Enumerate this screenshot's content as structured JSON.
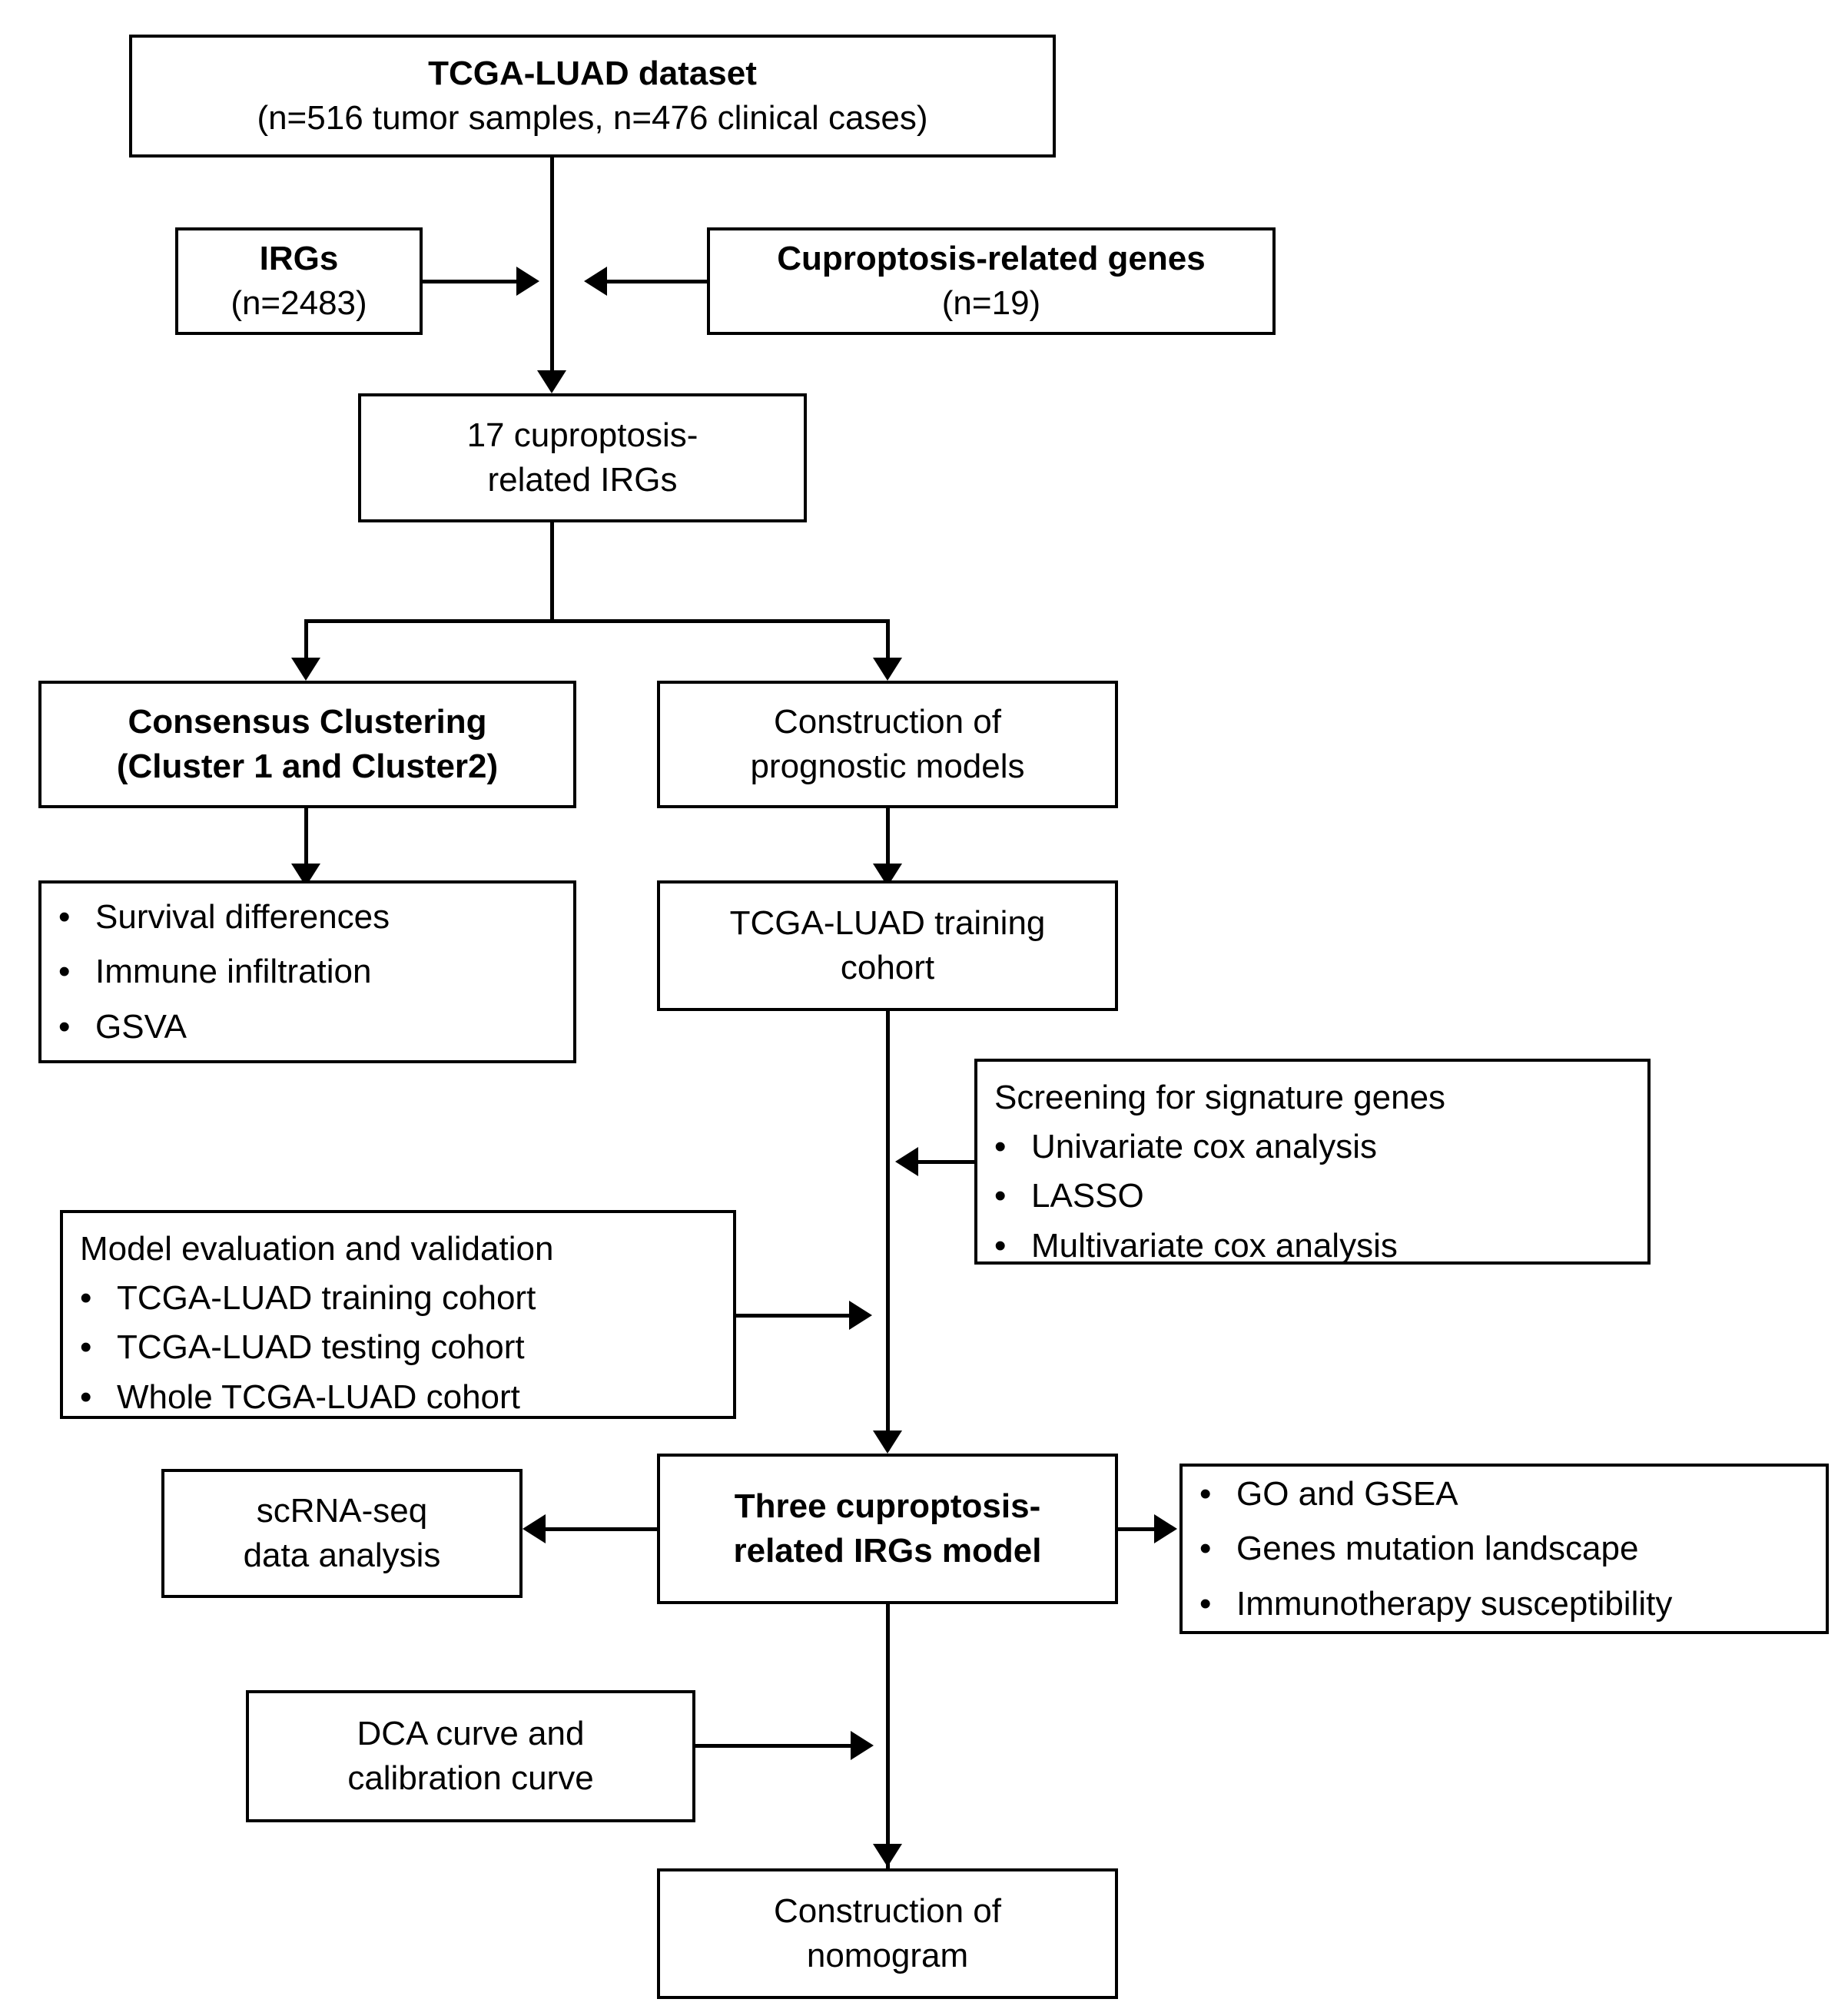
{
  "diagram": {
    "title": "Cuproptosis-related IRGs analysis workflow",
    "nodes": {
      "dataset": {
        "line1": "TCGA-LUAD dataset",
        "line2": "(n=516 tumor samples, n=476 clinical cases)"
      },
      "irgs": {
        "line1": "IRGs",
        "line2": "(n=2483)"
      },
      "cuproptosis_genes": {
        "line1": "Cuproptosis-related genes",
        "line2": "(n=19)"
      },
      "seventeen_irgs": {
        "line1": "17 cuproptosis-",
        "line2": "related IRGs"
      },
      "consensus_clustering": {
        "line1": "Consensus Clustering",
        "line2": "(Cluster 1 and Cluster2)"
      },
      "cluster_outputs": {
        "items": [
          "Survival differences",
          "Immune infiltration",
          "GSVA"
        ]
      },
      "prognostic_models": {
        "line1": "Construction of",
        "line2": "prognostic models"
      },
      "training_cohort": {
        "line1": "TCGA-LUAD training",
        "line2": "cohort"
      },
      "screening": {
        "header": "Screening for signature genes",
        "items": [
          "Univariate cox analysis",
          "LASSO",
          "Multivariate cox analysis"
        ]
      },
      "model_evaluation": {
        "header": "Model evaluation and validation",
        "items": [
          "TCGA-LUAD training cohort",
          "TCGA-LUAD testing cohort",
          "Whole TCGA-LUAD cohort"
        ]
      },
      "scrna": {
        "line1": "scRNA-seq",
        "line2": "data analysis"
      },
      "three_irgs_model": {
        "line1": "Three cuproptosis-",
        "line2": "related IRGs model"
      },
      "downstream": {
        "items": [
          "GO and GSEA",
          "Genes mutation landscape",
          "Immunotherapy susceptibility"
        ]
      },
      "dca": {
        "line1": "DCA curve and",
        "line2": "calibration curve"
      },
      "nomogram": {
        "line1": "Construction of",
        "line2": "nomogram"
      }
    },
    "bullet_glyph": "•",
    "colors": {
      "stroke": "#000000",
      "fill": "#ffffff",
      "text": "#000000"
    }
  }
}
